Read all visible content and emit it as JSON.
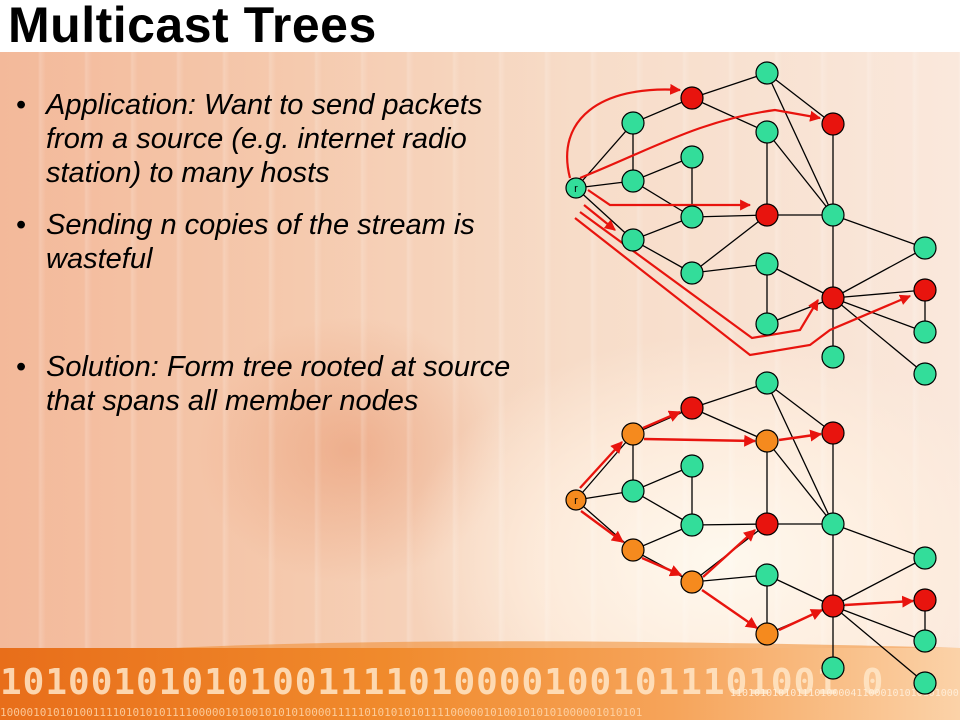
{
  "slide": {
    "title": "Multicast Trees",
    "bullets": [
      "Application: Want to send packets from a source (e.g. internet radio station) to many hosts",
      "Sending n copies of the stream is wasteful",
      "Solution: Form tree rooted at source that spans all member nodes"
    ]
  },
  "diagram": {
    "source_label": "r",
    "colors": {
      "router": "#33dd9a",
      "member": "#e8140e",
      "tree_node": "#f58a1e",
      "arrow": "#e8140e",
      "edge": "#000000"
    }
  },
  "background": {
    "binary_big": "1010010101010011110100001001011101001 0",
    "binary_small": "11010101010111010000411000101010101000",
    "binary_tiny": "1000010101010011110101010111100000101001010101000011111010101010111100000101001010101000001010101"
  }
}
